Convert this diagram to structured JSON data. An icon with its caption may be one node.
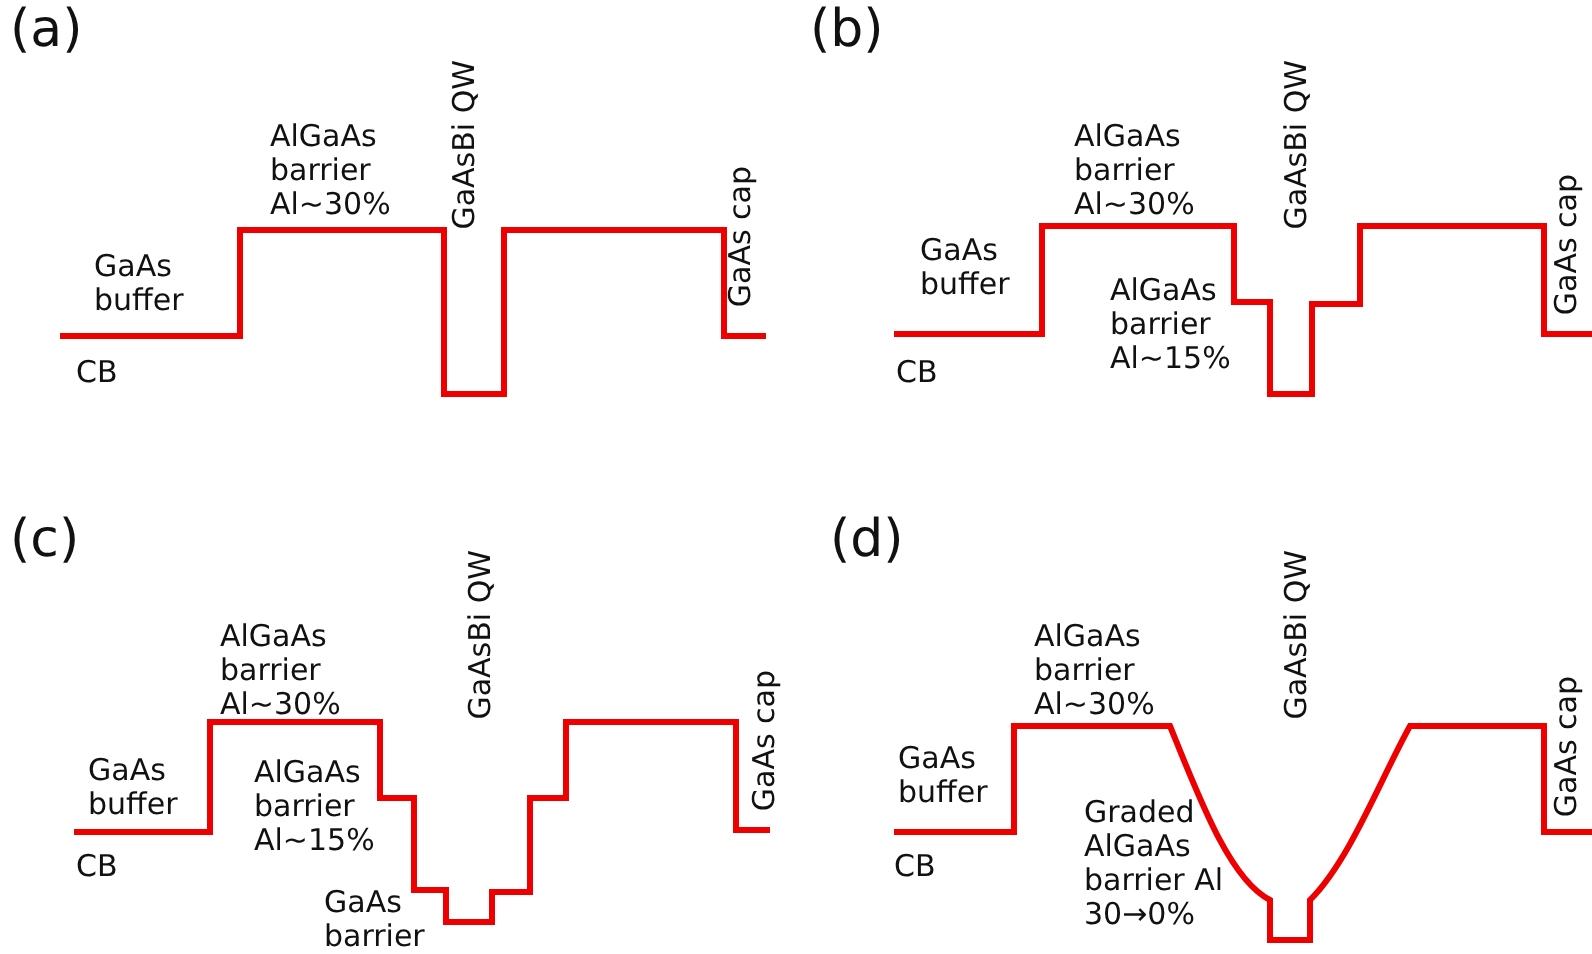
{
  "diagram": {
    "labels": [
      "(a)",
      "AlGaAs barrier Al~30%",
      "GaAsBi QW",
      "GaAs buffer",
      "GaAs cap",
      "CB",
      "(b)",
      "AlGaAs barrier Al~30%",
      "GaAsBi QW",
      "GaAs buffer",
      "GaAs cap",
      "AlGaAs barrier Al~15%",
      "CB",
      "(c)",
      "AlGaAs barrier Al~30%",
      "GaAsBi QW",
      "GaAs cap",
      "GaAs buffer",
      "AlGaAs barrier Al~15%",
      "CB",
      "GaAs barrier",
      "(d)",
      "AlGaAs barrier Al~30%",
      "GaAsBi QW",
      "GaAs cap",
      "GaAs buffer",
      "CB",
      "Graded AlGaAs barrier Al 30→0%"
    ]
  }
}
